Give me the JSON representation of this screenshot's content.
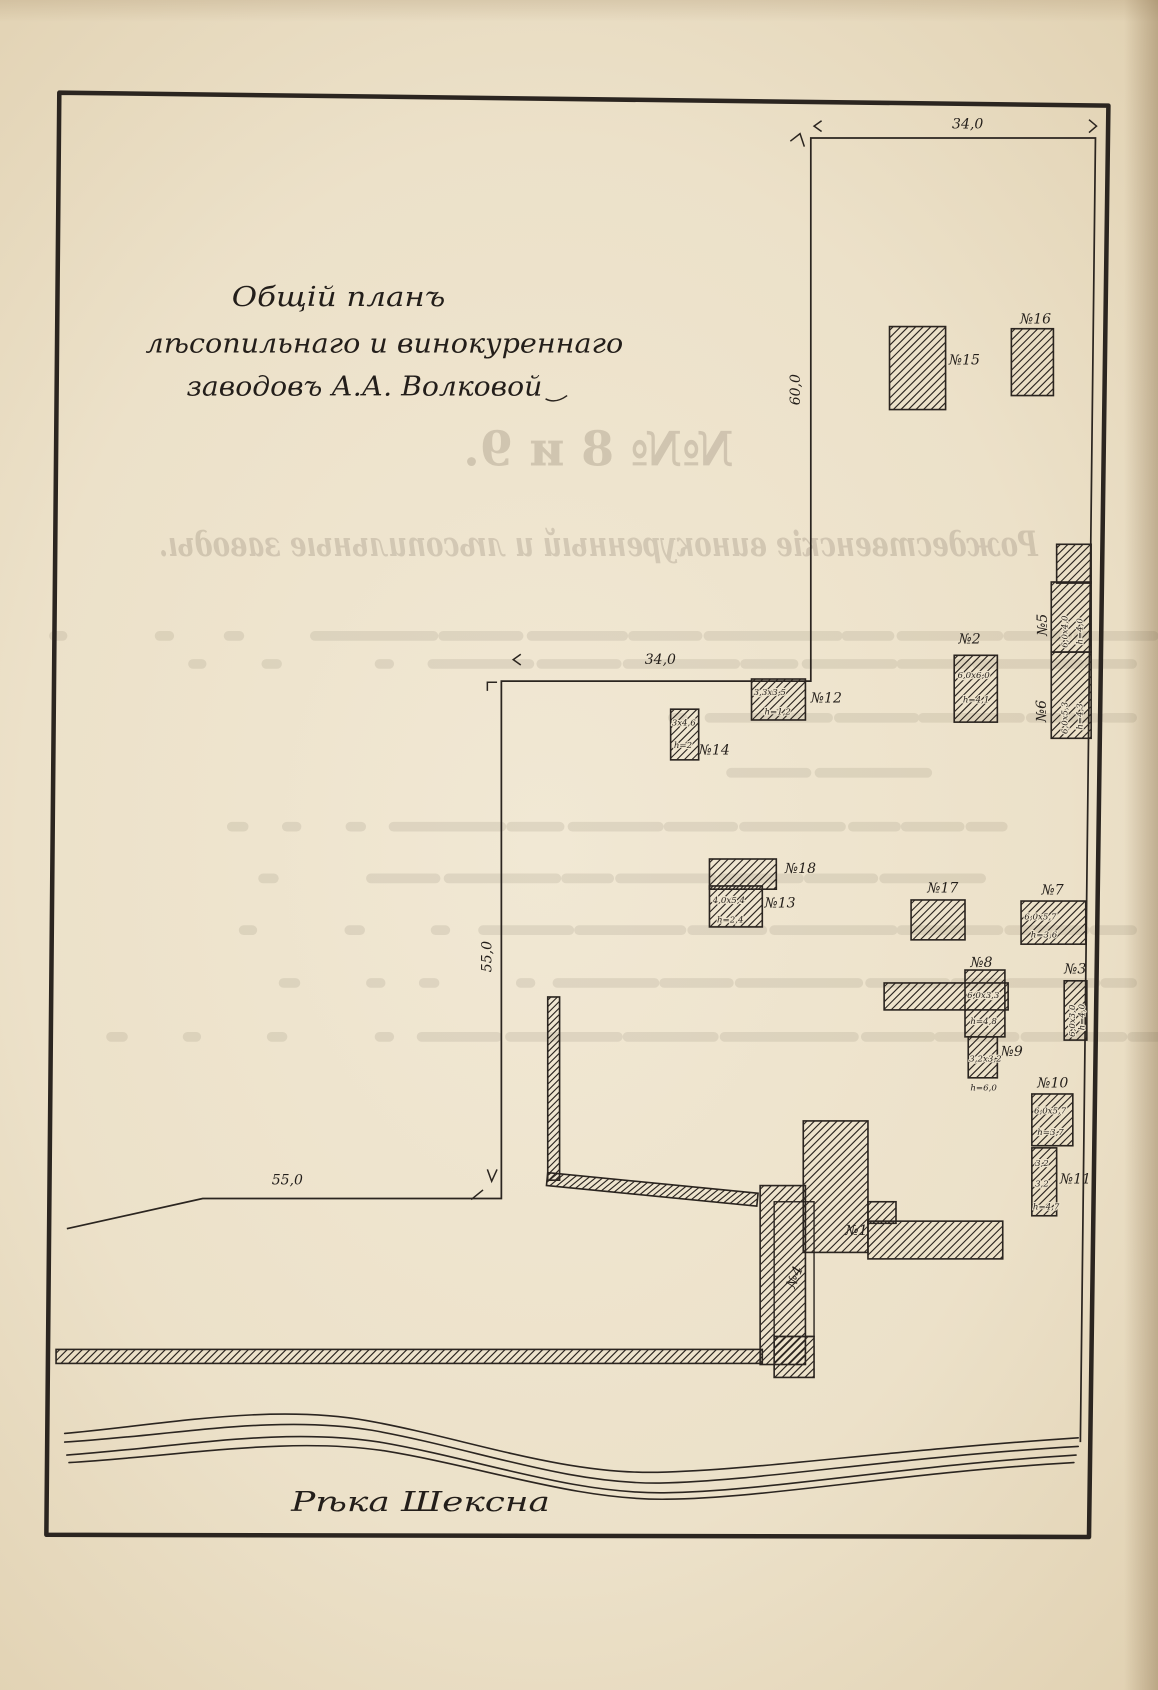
{
  "title": {
    "line1": "Общій планъ",
    "line2": "лѣсопильнаго и винокуреннаго",
    "line3": "заводовъ А.А. Волковой"
  },
  "reverse_side": {
    "heading": "№№ 8 и 9.",
    "subheading": "Рождественскіе винокуренный и лѣсопильные заводы."
  },
  "dimensions": {
    "top": "34,0",
    "upper_vertical": "60,0",
    "middle": "34,0",
    "lower_vertical": "55,0",
    "lower_horizontal": "55,0"
  },
  "buildings": {
    "b1": {
      "label": "№1"
    },
    "b2": {
      "label": "№2",
      "size": "6,0x6,0",
      "height": "h=4,1"
    },
    "b3": {
      "label": "№3",
      "size": "6,0x3,0",
      "height": "h=4,0"
    },
    "b4": {
      "label": "№4"
    },
    "b5": {
      "label": "№5",
      "size": "6,0x4,0",
      "height": "h=4,0"
    },
    "b6": {
      "label": "№6",
      "size": "6,0x5,3",
      "height": "h=4,3"
    },
    "b7": {
      "label": "№7",
      "size": "6,0x5,7",
      "height": "h=3,6"
    },
    "b8": {
      "label": "№8",
      "size": "6,0x3,3",
      "height": "h=4,8"
    },
    "b9": {
      "label": "№9",
      "size": "3,2x3,2",
      "height": "h=6,0"
    },
    "b10": {
      "label": "№10",
      "size": "6,0x5,7",
      "height": "h=3,7"
    },
    "b11": {
      "label": "№11",
      "size_a": "3,2",
      "size_b": "3,2",
      "height": "h=4,7"
    },
    "b12": {
      "label": "№12",
      "size": "3,3x3,5",
      "height": "h=1,2"
    },
    "b13": {
      "label": "№13",
      "size": "4,0x5,4",
      "height": "h=2,4"
    },
    "b14": {
      "label": "№14",
      "size": "3x4,6",
      "height": "h=2"
    },
    "b15": {
      "label": "№15"
    },
    "b16": {
      "label": "№16"
    },
    "b17": {
      "label": "№17"
    },
    "b18": {
      "label": "№18"
    }
  },
  "river": "Рѣка Шексна",
  "colors": {
    "paper": "#ede3cd",
    "ink": "#2b2520"
  }
}
